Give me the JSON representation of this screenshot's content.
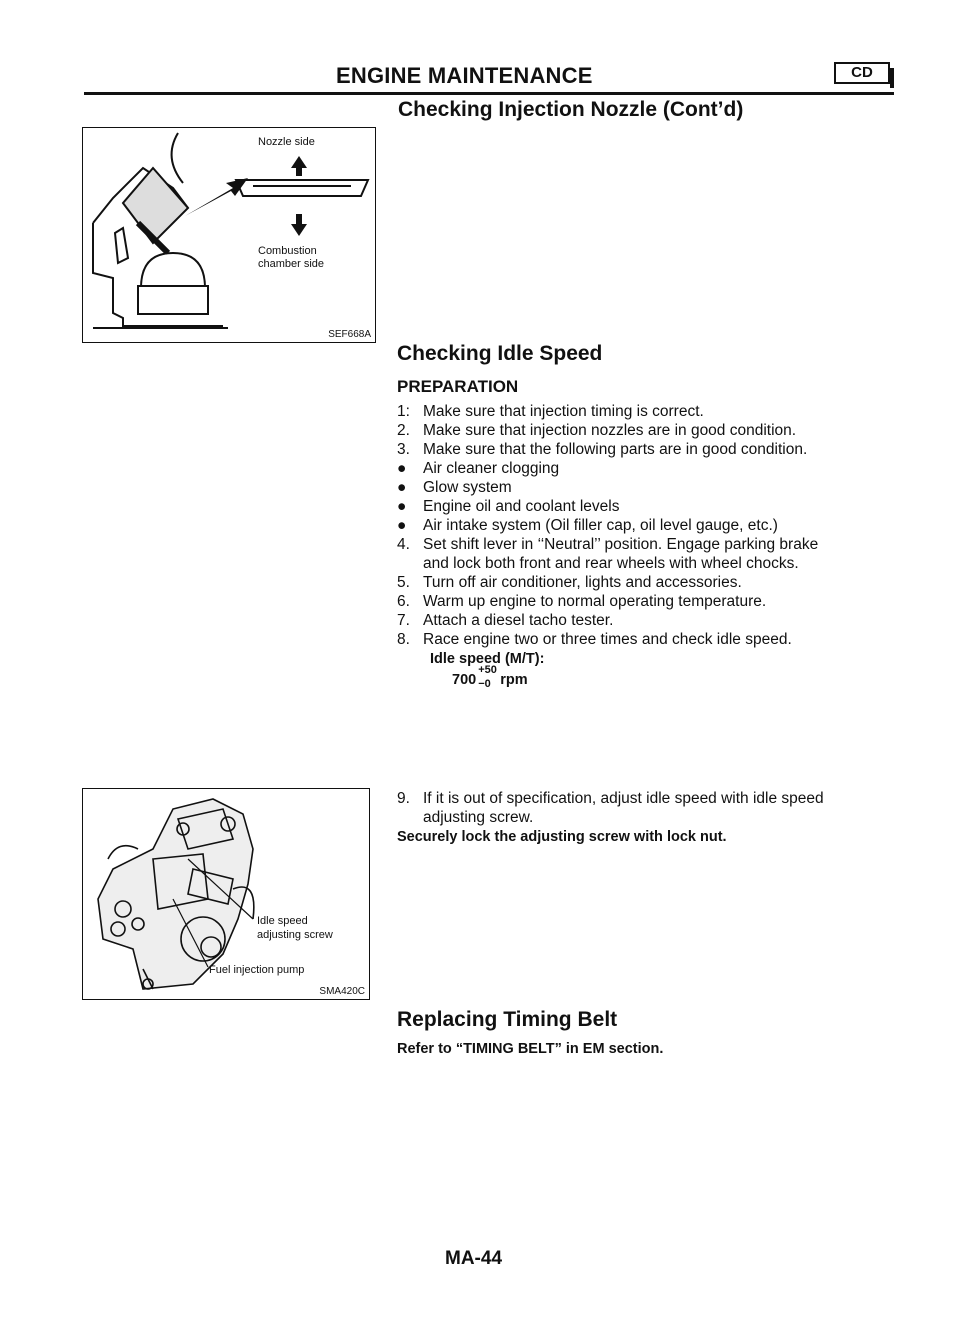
{
  "header": {
    "section_title": "ENGINE MAINTENANCE",
    "section_badge": "CD",
    "subtitle": "Checking Injection Nozzle (Cont’d)"
  },
  "figure_nozzle": {
    "label_top": "Nozzle side",
    "label_bottom_1": "Combustion",
    "label_bottom_2": "chamber side",
    "code": "SEF668A"
  },
  "idle_speed": {
    "heading": "Checking Idle Speed",
    "subheading": "PREPARATION",
    "steps": [
      {
        "num": "1:",
        "text": "Make sure that injection timing is correct."
      },
      {
        "num": "2.",
        "text": "Make sure that injection nozzles are in good condition."
      },
      {
        "num": "3.",
        "text": "Make sure that the following parts are in good condition."
      }
    ],
    "bullets": [
      "Air cleaner clogging",
      "Glow system",
      "Engine oil and coolant levels",
      "Air intake system (Oil filler cap, oil level gauge, etc.)"
    ],
    "steps2": [
      {
        "num": "4.",
        "text": "Set shift lever in ‘‘Neutral’’ position. Engage parking brake",
        "cont": "and lock both front and rear wheels with wheel chocks."
      },
      {
        "num": "5.",
        "text": "Turn off air conditioner, lights and accessories."
      },
      {
        "num": "6.",
        "text": "Warm up engine to normal operating temperature."
      },
      {
        "num": "7.",
        "text": "Attach a diesel tacho tester."
      },
      {
        "num": "8.",
        "text": "Race engine two or three times and check idle speed."
      }
    ],
    "spec_label": "Idle speed (M/T):",
    "spec_value": "700",
    "spec_tol_plus": "+50",
    "spec_tol_minus": "−0",
    "spec_unit": "rpm",
    "step9": {
      "num": "9.",
      "text": "If it is out of specification, adjust idle speed with idle speed",
      "cont": "adjusting screw."
    },
    "note": "Securely lock the adjusting screw with lock nut."
  },
  "figure_pump": {
    "label_screw_1": "Idle speed",
    "label_screw_2": "adjusting screw",
    "label_pump": "Fuel injection pump",
    "code": "SMA420C"
  },
  "timing_belt": {
    "heading": "Replacing Timing Belt",
    "text": "Refer to “TIMING BELT” in EM section."
  },
  "page_number": "MA-44"
}
